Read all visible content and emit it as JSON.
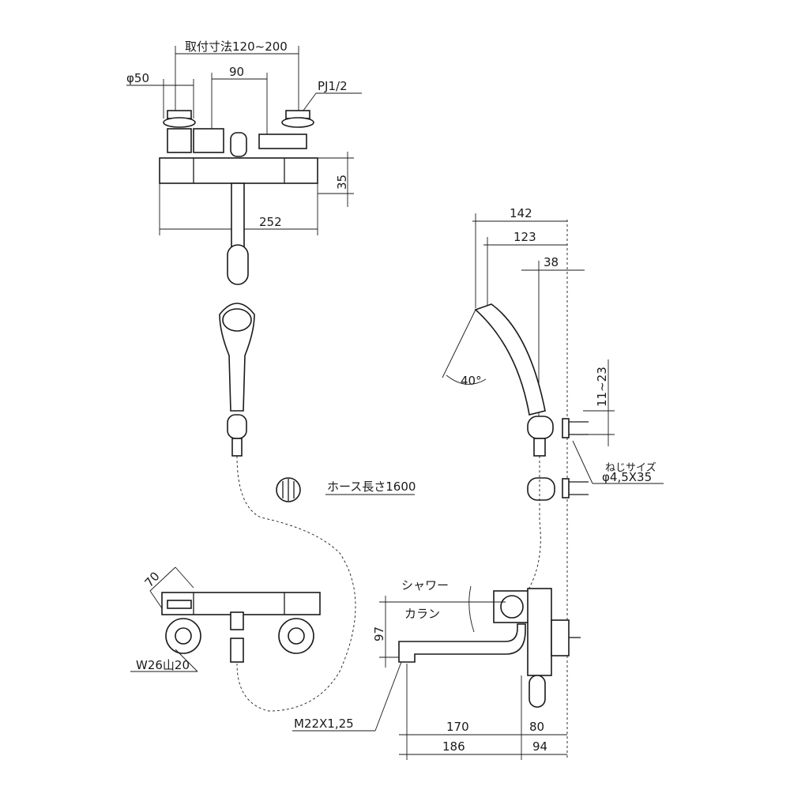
{
  "labels": {
    "mount_pitch": "取付寸法120~200",
    "diameter": "φ50",
    "width_90": "90",
    "thread": "PJ1/2",
    "height_35": "35",
    "width_252": "252",
    "d142": "142",
    "d123": "123",
    "d38": "38",
    "angle": "40°",
    "range_11_23": "11~23",
    "screw_size_title": "ねじサイズ",
    "screw_size": "φ4,5X35",
    "hose_length": "ホース長さ1600",
    "d70": "70",
    "w26": "W26山20",
    "shower": "シャワー",
    "faucet": "カラン",
    "d97": "97",
    "m22": "M22X1,25",
    "d170": "170",
    "d80": "80",
    "d186": "186",
    "d94": "94"
  }
}
